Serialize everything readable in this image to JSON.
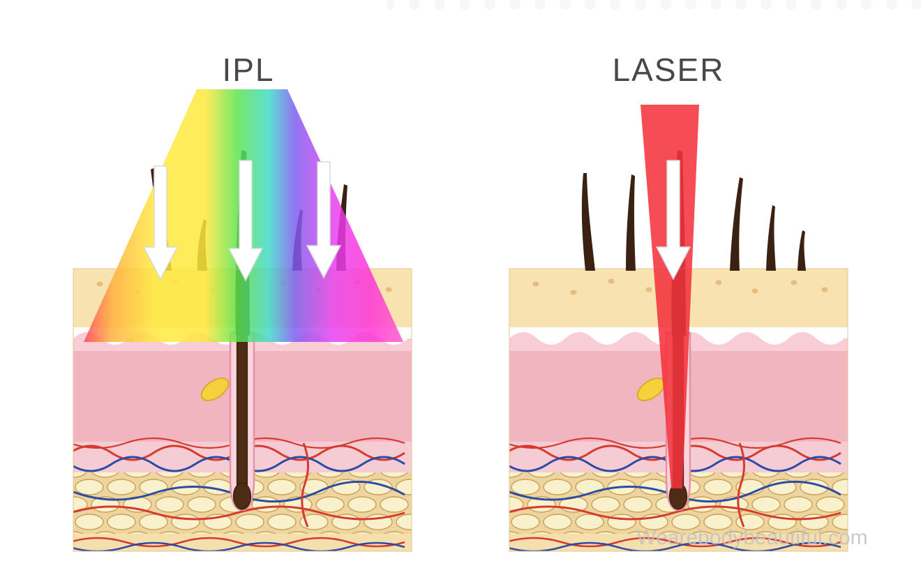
{
  "page": {
    "watermark": "Wearebodybeautiful.com"
  },
  "panels": {
    "ipl": {
      "title": "IPL",
      "arrow_count": 3
    },
    "laser": {
      "title": "LASER",
      "arrow_count": 1
    }
  },
  "colors": {
    "title_text": "#48484a",
    "watermark_text": "#c2c2c4",
    "arrow_fill": "#ffffff",
    "laser_red": "#f4333e",
    "ipl_spectrum": [
      "#ff4655",
      "#ffaf3c",
      "#ffe93c",
      "#5ce44a",
      "#3fd9c9",
      "#7a5cf0",
      "#ff33d6"
    ],
    "hair_brown": "#3a2112",
    "skin_epidermis": "#f7e2b0",
    "skin_granular": "#f9cdd6",
    "skin_dermis": "#f0b5bf",
    "skin_vessel_zone": "#f6ccd4",
    "skin_fat": "#eed49e",
    "fat_cell": "#f9f0cc",
    "vessel_red": "#d63a2e",
    "vessel_blue": "#2c4ba4",
    "gland_yellow": "#f5d23c"
  }
}
